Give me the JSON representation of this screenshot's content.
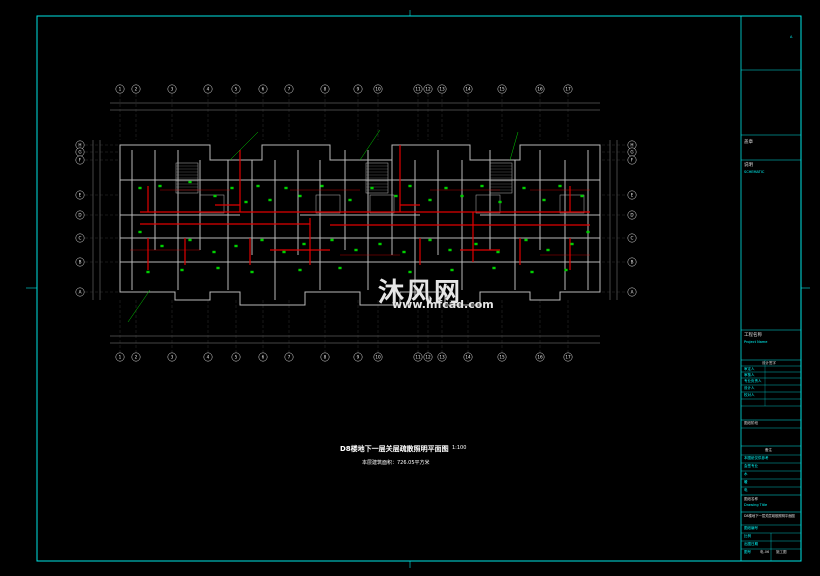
{
  "drawing": {
    "title": "D8楼地下一层关层疏散照明平面图",
    "scale": "1:100",
    "area_note": "本层建筑面积：726.05平方米"
  },
  "watermark": {
    "brand": "沐风网",
    "url": "www.mfcad.com"
  },
  "axes": {
    "top": [
      "1",
      "2",
      "3",
      "4",
      "5",
      "6",
      "7",
      "8",
      "9",
      "10",
      "11",
      "12",
      "13",
      "14",
      "15",
      "16",
      "17"
    ],
    "bottom": [
      "1",
      "2",
      "3",
      "4",
      "5",
      "6",
      "7",
      "8",
      "9",
      "10",
      "11",
      "12",
      "13",
      "14",
      "15",
      "16",
      "17"
    ],
    "left": [
      "H",
      "G",
      "F",
      "E",
      "D",
      "C",
      "B",
      "A"
    ],
    "right": [
      "H",
      "G",
      "F",
      "E",
      "D",
      "C",
      "B",
      "A"
    ]
  },
  "title_block": {
    "top_mark": "A",
    "sec1_label": "盖章",
    "sec2_label": "说明",
    "sec2_sub": "SCHEMATIC",
    "project_label": "工程名称",
    "project_sub": "Project Name",
    "sign_label": "设计签字",
    "rows": [
      "审定人",
      "审核人",
      "专业负责人",
      "设计人",
      "校对人"
    ],
    "stage_label": "图纸阶段",
    "note_label": "备注",
    "rows2": [
      "本图纸仅供参考",
      "会签专业",
      "水",
      "暖",
      "电"
    ],
    "drawing_name_label": "图纸名称",
    "drawing_name_sub": "Drawing Title",
    "drawing_name": "D8楼地下一层关层疏散照明平面图",
    "fields": [
      "图纸编号",
      "比例",
      "出图日期",
      "图号"
    ],
    "sheet_no": "电-06",
    "bottom_note": "施工图"
  },
  "colors": {
    "frame": "#00e5e5",
    "wire": "#e00000",
    "fixture": "#00d000",
    "wall": "#b8b8b8"
  }
}
